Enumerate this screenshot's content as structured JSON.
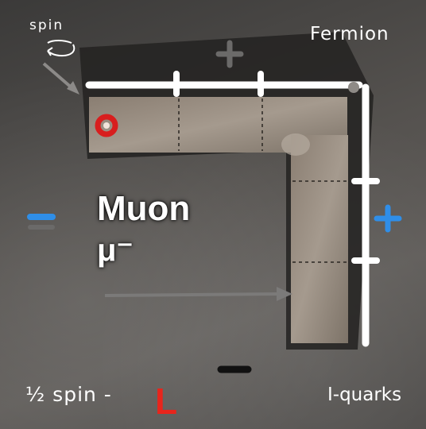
{
  "labels": {
    "spin": "spin",
    "fermion": "Fermion",
    "particle_name": "Muon",
    "particle_symbol": "μ⁻",
    "half_spin": "½ spin -",
    "handedness": "L",
    "quarks": "I-quarks"
  },
  "signs": {
    "top": "+",
    "right": "+",
    "left": "−",
    "bottom": "−"
  },
  "colors": {
    "top_plus": "#6b6a69",
    "right_plus": "#2f8ee8",
    "left_minus": "#2f8ee8",
    "bottom_minus": "#111111",
    "handedness_letter": "#e8251c",
    "axis_lines": "#ffffff"
  },
  "icons": [
    "curved-spin-arrow-icon",
    "pointer-arrow-icon",
    "red-ring-marker"
  ]
}
